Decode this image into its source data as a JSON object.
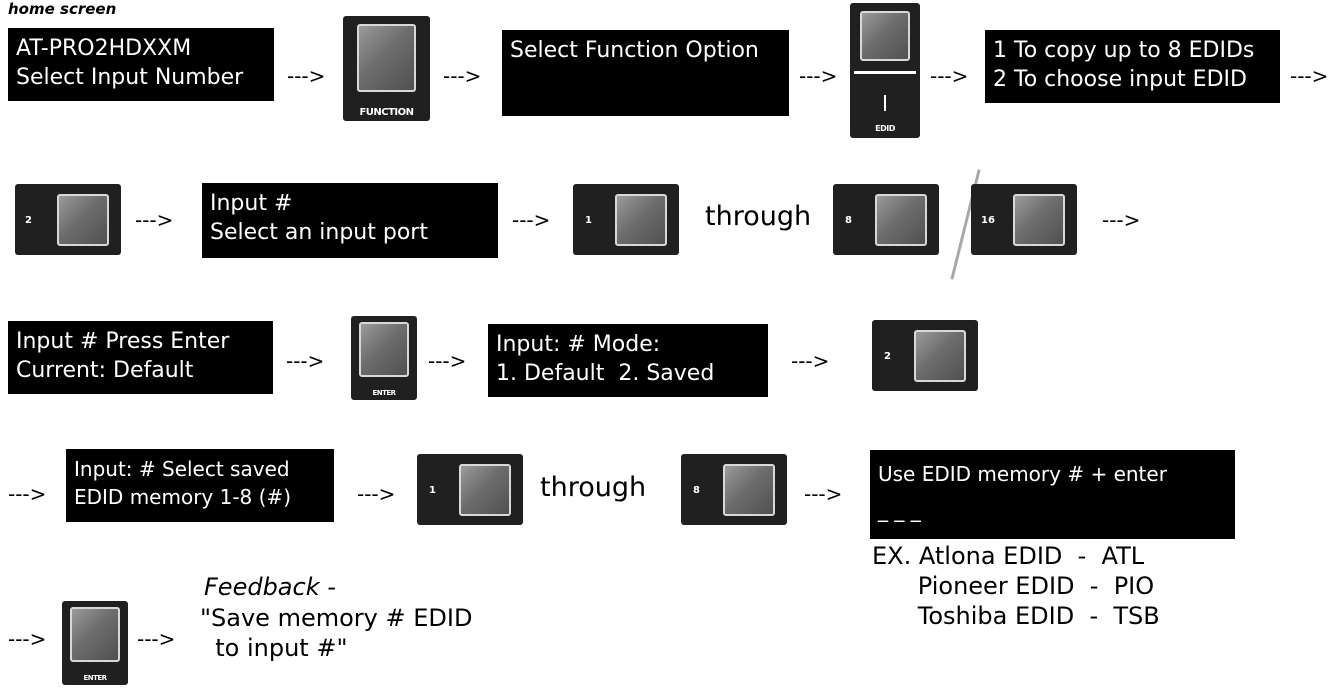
{
  "title": "home screen",
  "arrow": "--->",
  "through": "through",
  "row1": {
    "lcd1": "AT-PRO2HDXXM\nSelect Input Number",
    "function_label": "FUNCTION",
    "lcd2": "Select Function Option",
    "edid_label": "EDID",
    "lcd3": "1 To copy up to 8 EDIDs\n2 To choose input EDID"
  },
  "row2": {
    "btn_a_num": "2",
    "lcd": "Input #\nSelect an input port",
    "btn_b_num": "1",
    "btn_c_num": "8",
    "btn_d_num": "16"
  },
  "row3": {
    "lcd1": "Input # Press Enter\nCurrent: Default",
    "enter_label": "ENTER",
    "lcd2": "Input: # Mode:\n1. Default  2. Saved",
    "btn_num": "2"
  },
  "row4": {
    "lcd1": "Input: # Select saved\nEDID memory 1-8 (#)",
    "btn_a_num": "1",
    "btn_b_num": "8",
    "lcd2": "Use EDID memory # + enter\n_ _ _",
    "examples": "EX. Atlona EDID  -  ATL\n      Pioneer EDID  -  PIO\n      Toshiba EDID  -  TSB"
  },
  "row5": {
    "enter_label": "ENTER",
    "feedback_title": "Feedback -",
    "feedback_text": "\"Save memory # EDID\n  to input #\""
  }
}
